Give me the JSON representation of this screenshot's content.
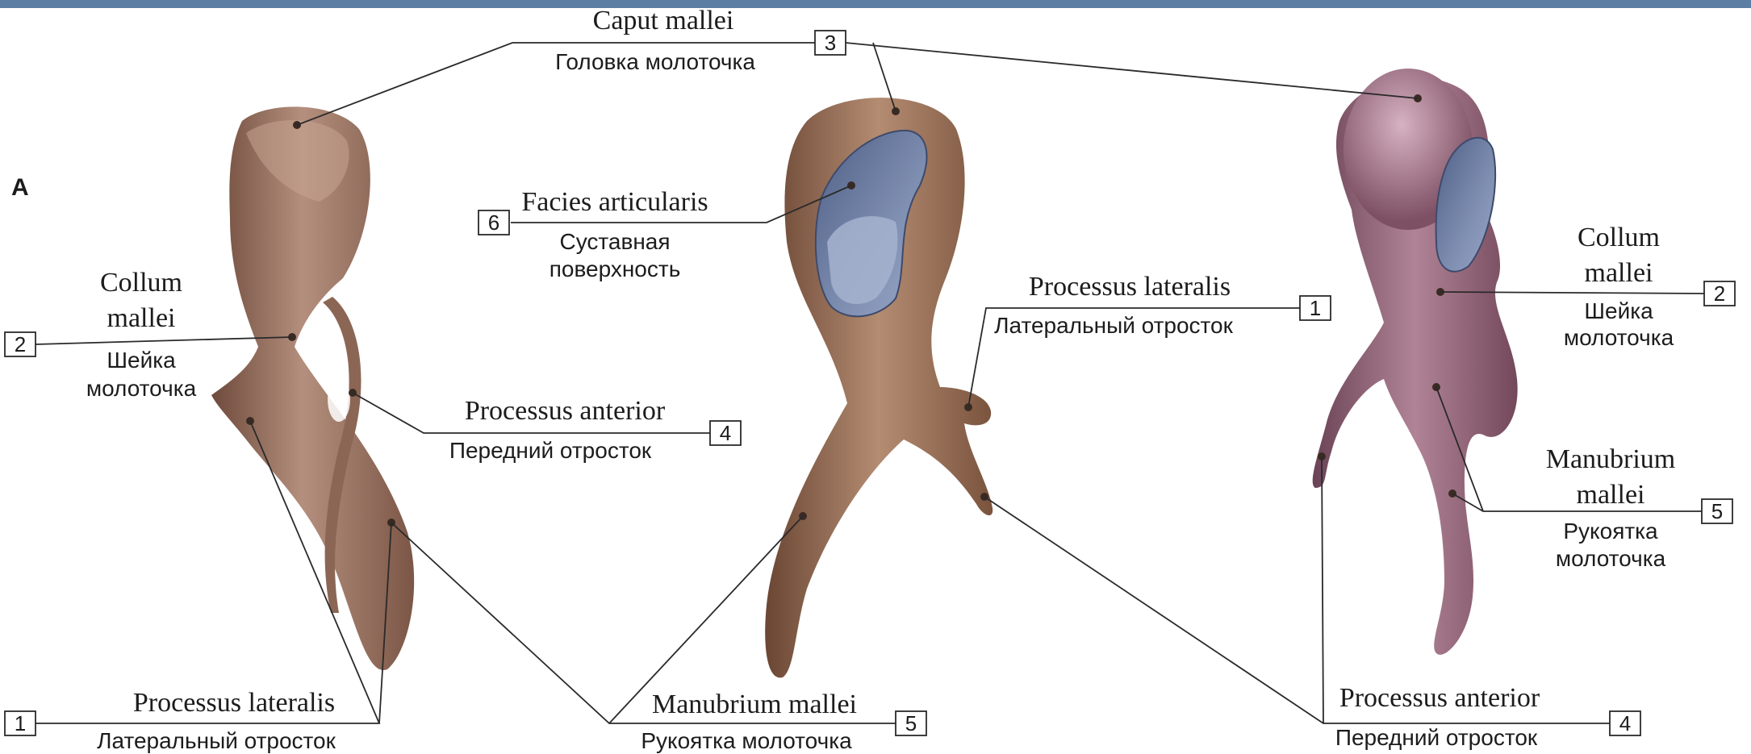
{
  "plate": "A",
  "labels": {
    "caput_mallei": {
      "lat": "Caput mallei",
      "rus": "Головка молоточка",
      "num": "3"
    },
    "facies_articularis": {
      "lat": "Facies articularis",
      "rus1": "Суставная",
      "rus2": "поверхность",
      "num": "6"
    },
    "collum_left": {
      "lat1": "Collum",
      "lat2": "mallei",
      "rus1": "Шейка",
      "rus2": "молоточка",
      "num": "2"
    },
    "proc_anterior_left": {
      "lat": "Processus anterior",
      "rus": "Передний отросток",
      "num": "4"
    },
    "proc_lateralis_mid": {
      "lat": "Processus lateralis",
      "rus": "Латеральный отросток",
      "num": "1"
    },
    "collum_right": {
      "lat1": "Collum",
      "lat2": "mallei",
      "rus1": "Шейка",
      "rus2": "молоточка",
      "num": "2"
    },
    "manubrium_right": {
      "lat1": "Manubrium",
      "lat2": "mallei",
      "rus1": "Рукоятка",
      "rus2": "молоточка",
      "num": "5"
    },
    "proc_lateralis_left": {
      "lat": "Processus lateralis",
      "rus": "Латеральный отросток",
      "num": "1"
    },
    "manubrium_bottom": {
      "lat": "Manubrium mallei",
      "rus": "Рукоятка молоточка",
      "num": "5"
    },
    "proc_anterior_right": {
      "lat": "Processus anterior",
      "rus": "Передний отросток",
      "num": "4"
    }
  },
  "colors": {
    "bone_left": "#a88270",
    "bone_mid": "#a57f66",
    "bone_right": "#9c6d7f",
    "facet": "#6f7fa2",
    "header_bar": "#5d7ea3"
  }
}
